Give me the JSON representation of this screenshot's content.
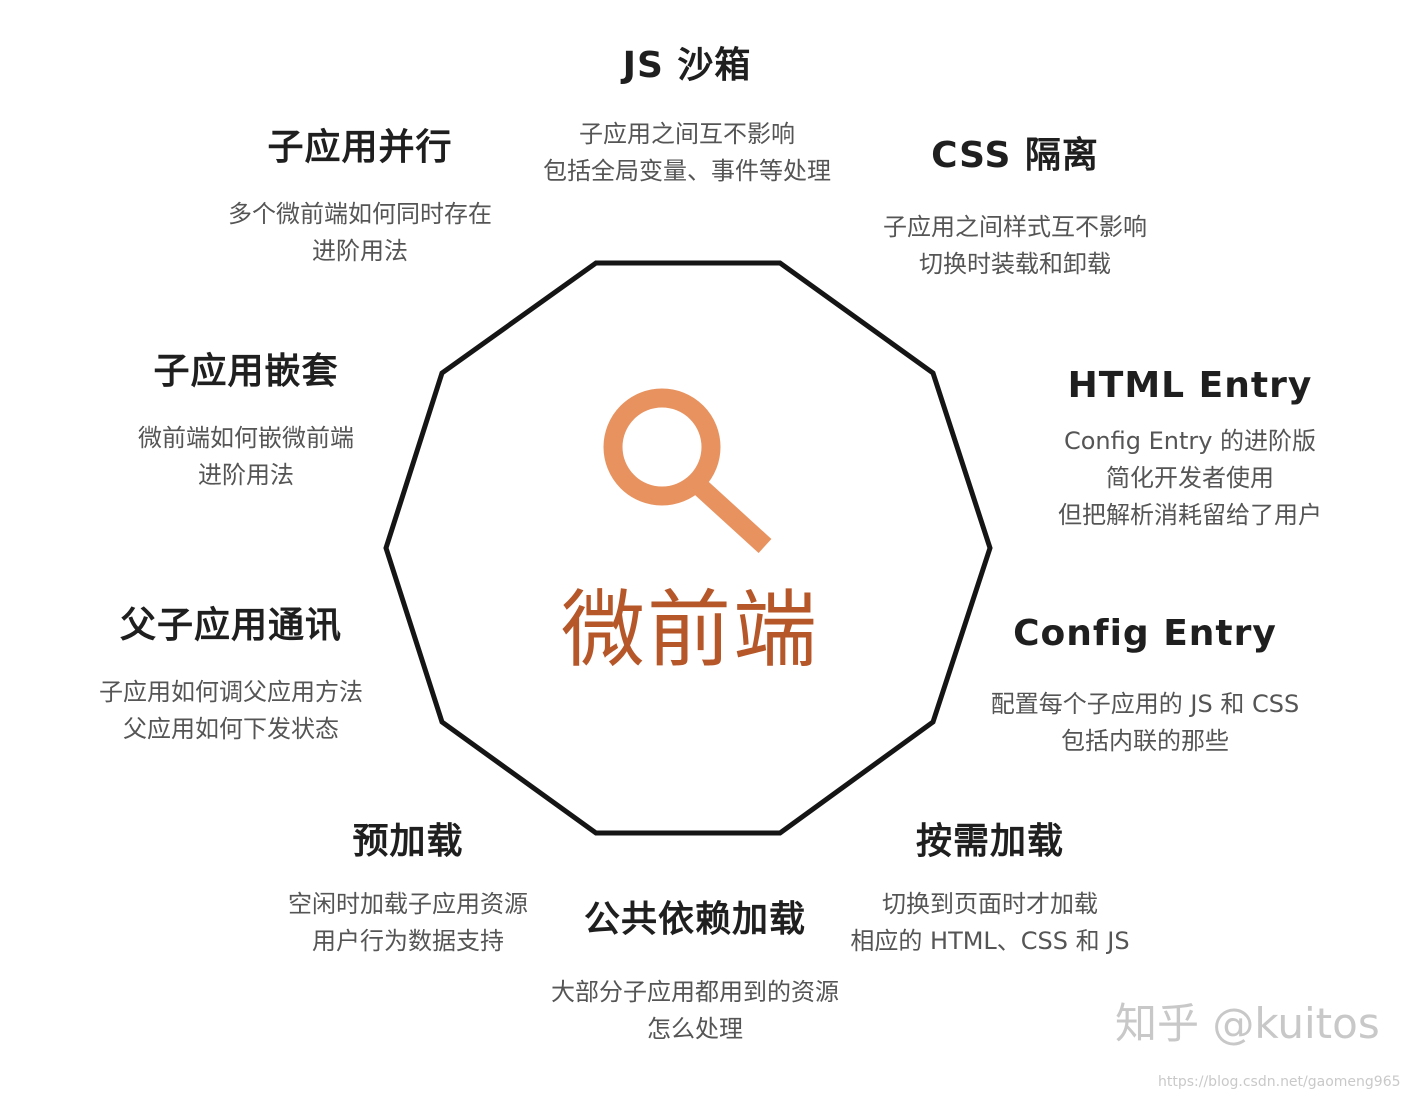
{
  "center": {
    "title": "微前端",
    "icon": "magnifier-icon",
    "color": "#b6572a",
    "icon_color": "#e8925f"
  },
  "topics": {
    "js_sandbox": {
      "title": "JS 沙箱",
      "desc": [
        "子应用之间互不影响",
        "包括全局变量、事件等处理"
      ]
    },
    "css_isolation": {
      "title": "CSS 隔离",
      "desc": [
        "子应用之间样式互不影响",
        "切换时装载和卸载"
      ]
    },
    "html_entry": {
      "title": "HTML Entry",
      "desc": [
        "Config Entry 的进阶版",
        "简化开发者使用",
        "但把解析消耗留给了用户"
      ]
    },
    "config_entry": {
      "title": "Config Entry",
      "desc": [
        "配置每个子应用的 JS 和 CSS",
        "包括内联的那些"
      ]
    },
    "on_demand": {
      "title": "按需加载",
      "desc": [
        "切换到页面时才加载",
        "相应的 HTML、CSS 和 JS"
      ]
    },
    "common_deps": {
      "title": "公共依赖加载",
      "desc": [
        "大部分子应用都用到的资源",
        "怎么处理"
      ]
    },
    "preload": {
      "title": "预加载",
      "desc": [
        "空闲时加载子应用资源",
        "用户行为数据支持"
      ]
    },
    "communication": {
      "title": "父子应用通讯",
      "desc": [
        "子应用如何调父应用方法",
        "父应用如何下发状态"
      ]
    },
    "nesting": {
      "title": "子应用嵌套",
      "desc": [
        "微前端如何嵌微前端",
        "进阶用法"
      ]
    },
    "parallel": {
      "title": "子应用并行",
      "desc": [
        "多个微前端如何同时存在",
        "进阶用法"
      ]
    }
  },
  "watermark": "知乎 @kuitos",
  "source_url": "https://blog.csdn.net/gaomeng965"
}
